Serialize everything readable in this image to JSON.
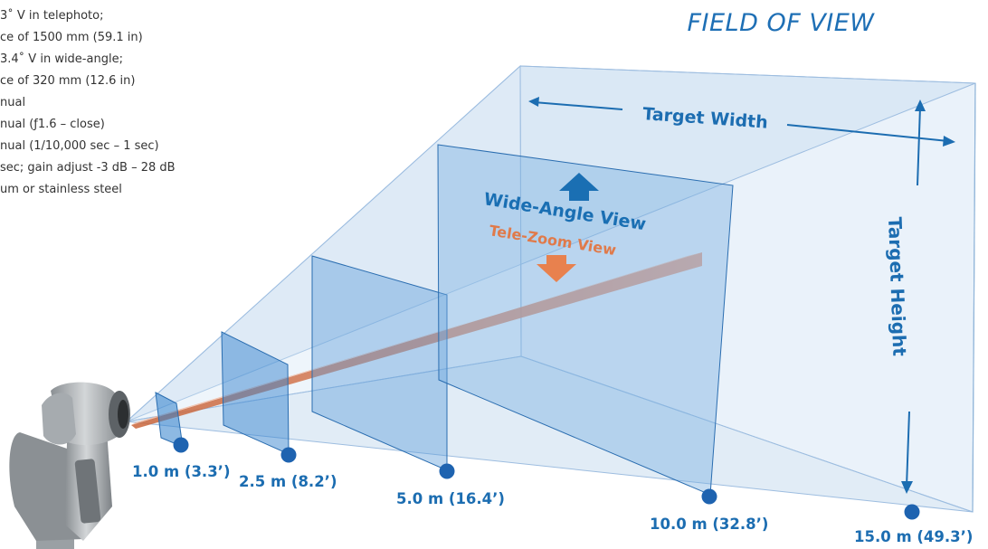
{
  "specs": [
    "3˚ V in telephoto;",
    "ce of 1500 mm (59.1 in)",
    "3.4˚ V in wide-angle;",
    "ce of 320 mm (12.6 in)",
    "nual",
    "nual (ƒ1.6 – close)",
    "nual (1/10,000 sec – 1 sec)",
    "sec; gain adjust -3 dB – 28 dB",
    "um or stainless steel"
  ],
  "title": "FIELD OF VIEW",
  "labels": {
    "target_width": "Target Width",
    "target_height": "Target Height",
    "wide_angle": "Wide-Angle View",
    "tele_zoom": "Tele-Zoom View"
  },
  "distances": [
    "1.0 m (3.3’)",
    "2.5 m (8.2’)",
    "5.0 m (16.4’)",
    "10.0 m (32.8’)",
    "15.0 m (49.3’)"
  ],
  "colors": {
    "accent": "#1e6fb5",
    "wide_arrow": "#1a6fb3",
    "tele": "#e07a4a",
    "marker": "#1e63b0"
  }
}
